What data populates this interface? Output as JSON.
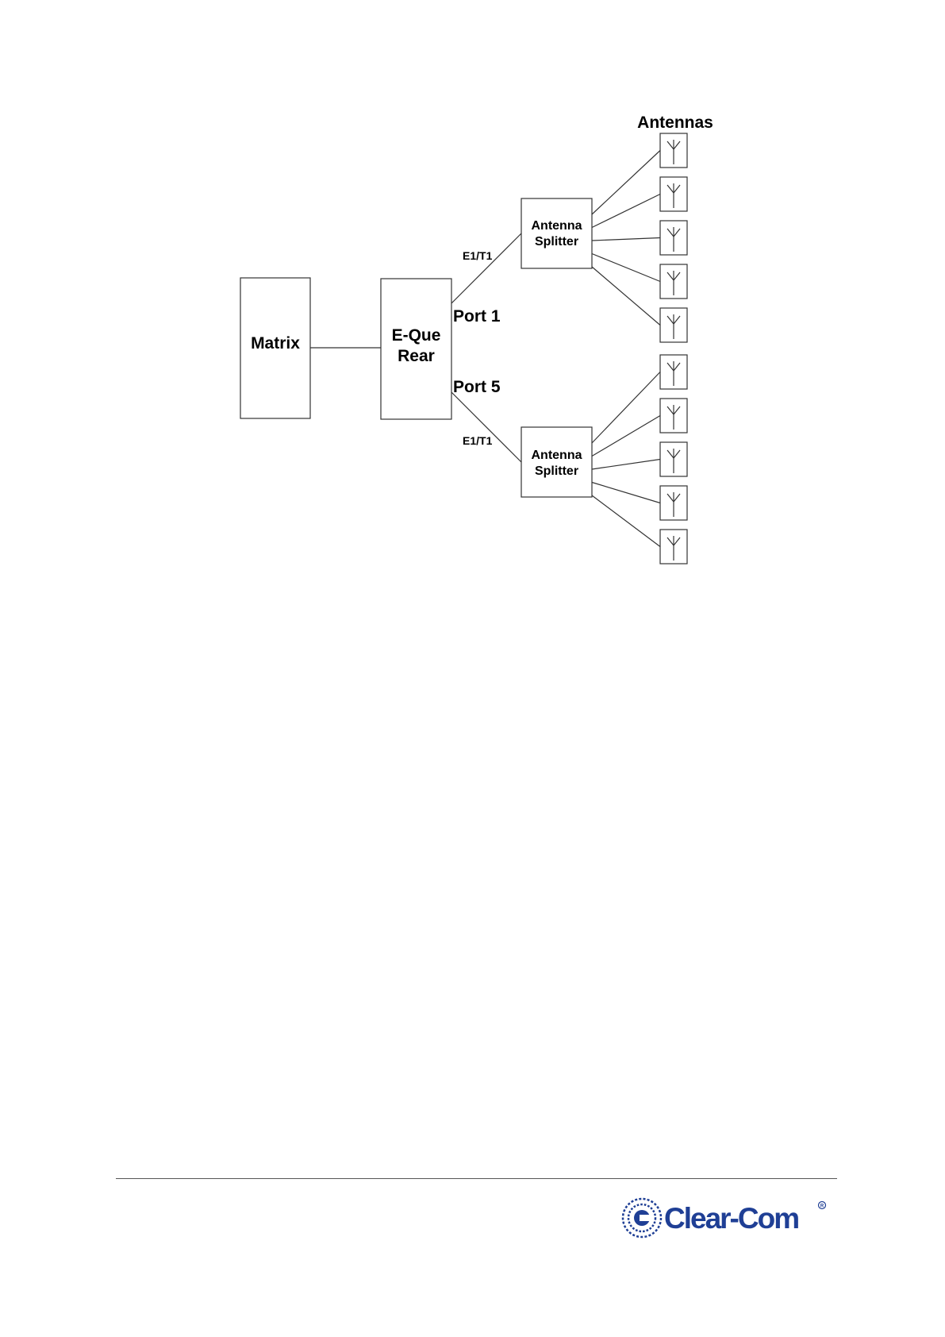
{
  "diagram": {
    "antennas_title": "Antennas",
    "matrix_label": "Matrix",
    "eque_label_line1": "E-Que",
    "eque_label_line2": "Rear",
    "port1_label": "Port 1",
    "port5_label": "Port 5",
    "link_label_top": "E1/T1",
    "link_label_bottom": "E1/T1",
    "splitter_top_line1": "Antenna",
    "splitter_top_line2": "Splitter",
    "splitter_bottom_line1": "Antenna",
    "splitter_bottom_line2": "Splitter",
    "antennas_per_splitter": 5
  },
  "footer": {
    "logo_text": "Clear-Com",
    "logo_color": "#1f3f95"
  }
}
